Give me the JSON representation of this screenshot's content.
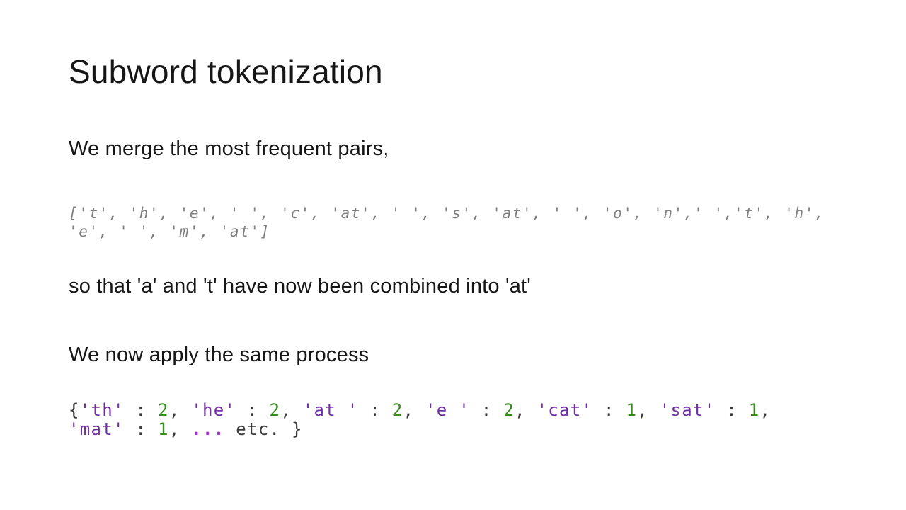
{
  "slide": {
    "title": "Subword tokenization",
    "paragraphs": {
      "merge": "We merge the most frequent pairs,",
      "combined": "so that 'a' and 't' have now been combined into 'at'",
      "apply": "We now apply the same process"
    },
    "token_list_code": "['t', 'h', 'e', ' ', 'c', 'at', ' ', 's', 'at', ' ', 'o', 'n',' ','t', 'h',\n'e', ' ', 'm', 'at']",
    "pair_counts_code": {
      "tokens": [
        {
          "c": "p",
          "t": "{"
        },
        {
          "c": "s",
          "t": "'th'"
        },
        {
          "c": "p",
          "t": " : "
        },
        {
          "c": "n",
          "t": "2"
        },
        {
          "c": "p",
          "t": ", "
        },
        {
          "c": "s",
          "t": "'he'"
        },
        {
          "c": "p",
          "t": " : "
        },
        {
          "c": "n",
          "t": "2"
        },
        {
          "c": "p",
          "t": ", "
        },
        {
          "c": "s",
          "t": "'at '"
        },
        {
          "c": "p",
          "t": " : "
        },
        {
          "c": "n",
          "t": "2"
        },
        {
          "c": "p",
          "t": ", "
        },
        {
          "c": "s",
          "t": "'e '"
        },
        {
          "c": "p",
          "t": " : "
        },
        {
          "c": "n",
          "t": "2"
        },
        {
          "c": "p",
          "t": ", "
        },
        {
          "c": "s",
          "t": "'cat'"
        },
        {
          "c": "p",
          "t": " : "
        },
        {
          "c": "n",
          "t": "1"
        },
        {
          "c": "p",
          "t": ", "
        },
        {
          "c": "s",
          "t": "'sat'"
        },
        {
          "c": "p",
          "t": " : "
        },
        {
          "c": "n",
          "t": "1"
        },
        {
          "c": "p",
          "t": ",\n"
        },
        {
          "c": "s",
          "t": "'mat'"
        },
        {
          "c": "p",
          "t": " : "
        },
        {
          "c": "n",
          "t": "1"
        },
        {
          "c": "p",
          "t": ", "
        },
        {
          "c": "e",
          "t": "..."
        },
        {
          "c": "p",
          "t": " etc. }"
        }
      ]
    }
  },
  "colors": {
    "bg": "#ffffff",
    "text": "#161616",
    "muted": "#7f7f7f",
    "punct": "#3b3b3b",
    "str": "#7030a0",
    "num": "#3a8a22",
    "ell": "#a435d6"
  }
}
